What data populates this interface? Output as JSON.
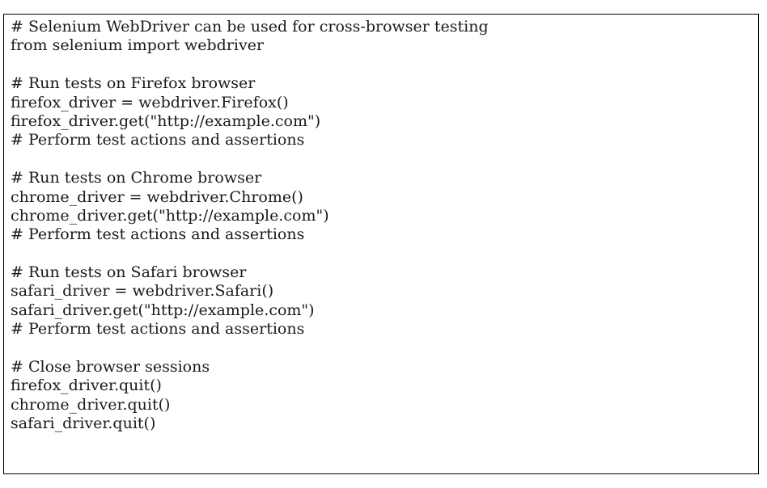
{
  "code": {
    "lines": [
      "# Selenium WebDriver can be used for cross-browser testing",
      "from selenium import webdriver",
      "",
      "# Run tests on Firefox browser",
      "firefox_driver = webdriver.Firefox()",
      "firefox_driver.get(\"http://example.com\")",
      "# Perform test actions and assertions",
      "",
      "# Run tests on Chrome browser",
      "chrome_driver = webdriver.Chrome()",
      "chrome_driver.get(\"http://example.com\")",
      "# Perform test actions and assertions",
      "",
      "# Run tests on Safari browser",
      "safari_driver = webdriver.Safari()",
      "safari_driver.get(\"http://example.com\")",
      "# Perform test actions and assertions",
      "",
      "# Close browser sessions",
      "firefox_driver.quit()",
      "chrome_driver.quit()",
      "safari_driver.quit()"
    ]
  }
}
